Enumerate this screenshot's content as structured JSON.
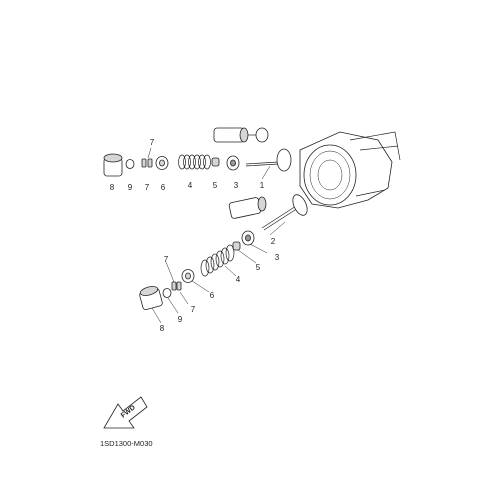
{
  "callouts": {
    "c_8a": "8",
    "c_9a": "9",
    "c_7a_top": "7",
    "c_7a": "7",
    "c_6a": "6",
    "c_4a": "4",
    "c_5a": "5",
    "c_3a": "3",
    "c_1": "1",
    "c_2": "2",
    "c_3b": "3",
    "c_5b": "5",
    "c_4b": "4",
    "c_6b": "6",
    "c_7b_top": "7",
    "c_7b": "7",
    "c_9b": "9",
    "c_8b": "8"
  },
  "fwd_label": "FWD",
  "diagram_code": "1SD1300-M030"
}
